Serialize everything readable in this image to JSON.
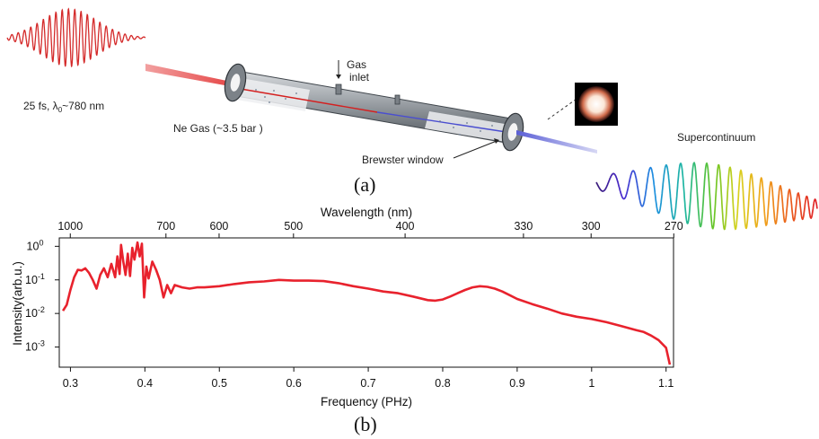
{
  "panel_a": {
    "caption": "(a)",
    "pulse_label_prefix": "25 fs, λ",
    "pulse_label_sub": "0",
    "pulse_label_suffix": "~780 nm",
    "gas_label": "Ne Gas (~3.5 bar )",
    "inlet_line1": "Gas",
    "inlet_line2": "inlet",
    "window_label": "Brewster window",
    "output_label": "Supercontinuum"
  },
  "panel_b": {
    "caption": "(b)"
  },
  "colors": {
    "spectrum": "#e8222d",
    "input_pulse": "#d42a2a",
    "fiber_body": "#8f9499"
  },
  "chart_data": {
    "type": "line",
    "title": "",
    "xlabel": "Frequency (PHz)",
    "ylabel": "Intensity(arb.u.)",
    "top_xlabel": "Wavelength (nm)",
    "xlim": [
      0.285,
      1.11
    ],
    "ylim_log10": [
      -3.6,
      0.25
    ],
    "y_scale": "log",
    "x_ticks": [
      "0.3",
      "0.4",
      "0.5",
      "0.6",
      "0.7",
      "0.8",
      "0.9",
      "1",
      "1.1"
    ],
    "y_ticks": [
      {
        "value": 1,
        "base": "10",
        "exp": "0"
      },
      {
        "value": 0.1,
        "base": "10",
        "exp": "-1"
      },
      {
        "value": 0.01,
        "base": "10",
        "exp": "-2"
      },
      {
        "value": 0.001,
        "base": "10",
        "exp": "-3"
      }
    ],
    "top_ticks": [
      {
        "nm": 1000,
        "label": "1000"
      },
      {
        "nm": 700,
        "label": "700"
      },
      {
        "nm": 600,
        "label": "600"
      },
      {
        "nm": 500,
        "label": "500"
      },
      {
        "nm": 400,
        "label": "400"
      },
      {
        "nm": 330,
        "label": "330"
      },
      {
        "nm": 300,
        "label": "300"
      },
      {
        "nm": 270,
        "label": "270"
      }
    ],
    "series": [
      {
        "x": [
          0.29,
          0.295,
          0.3,
          0.305,
          0.31,
          0.315,
          0.32,
          0.325,
          0.33,
          0.335,
          0.34,
          0.345,
          0.35,
          0.355,
          0.36,
          0.363,
          0.366,
          0.368,
          0.371,
          0.374,
          0.377,
          0.38,
          0.383,
          0.386,
          0.39,
          0.393,
          0.396,
          0.399,
          0.402,
          0.405,
          0.41,
          0.415,
          0.42,
          0.425,
          0.43,
          0.435,
          0.44,
          0.45,
          0.46,
          0.47,
          0.48,
          0.5,
          0.52,
          0.54,
          0.56,
          0.58,
          0.6,
          0.62,
          0.64,
          0.66,
          0.68,
          0.7,
          0.72,
          0.74,
          0.76,
          0.78,
          0.79,
          0.8,
          0.81,
          0.82,
          0.83,
          0.84,
          0.85,
          0.86,
          0.87,
          0.88,
          0.89,
          0.9,
          0.92,
          0.94,
          0.96,
          0.98,
          1.0,
          1.02,
          1.04,
          1.06,
          1.07,
          1.08,
          1.09,
          1.1,
          1.105
        ],
        "y": [
          0.012,
          0.018,
          0.05,
          0.12,
          0.2,
          0.19,
          0.22,
          0.16,
          0.1,
          0.055,
          0.14,
          0.22,
          0.12,
          0.3,
          0.12,
          0.5,
          0.15,
          1.1,
          0.35,
          0.14,
          0.6,
          0.13,
          0.9,
          0.4,
          1.3,
          0.5,
          1.2,
          0.03,
          0.25,
          0.11,
          0.35,
          0.2,
          0.1,
          0.03,
          0.07,
          0.04,
          0.07,
          0.06,
          0.055,
          0.06,
          0.06,
          0.065,
          0.075,
          0.085,
          0.09,
          0.1,
          0.095,
          0.095,
          0.092,
          0.08,
          0.065,
          0.055,
          0.045,
          0.04,
          0.032,
          0.025,
          0.024,
          0.026,
          0.032,
          0.04,
          0.05,
          0.06,
          0.065,
          0.062,
          0.055,
          0.045,
          0.035,
          0.027,
          0.019,
          0.014,
          0.01,
          0.008,
          0.0068,
          0.0055,
          0.0042,
          0.0032,
          0.0028,
          0.0022,
          0.0016,
          0.00095,
          0.0003
        ]
      }
    ]
  }
}
